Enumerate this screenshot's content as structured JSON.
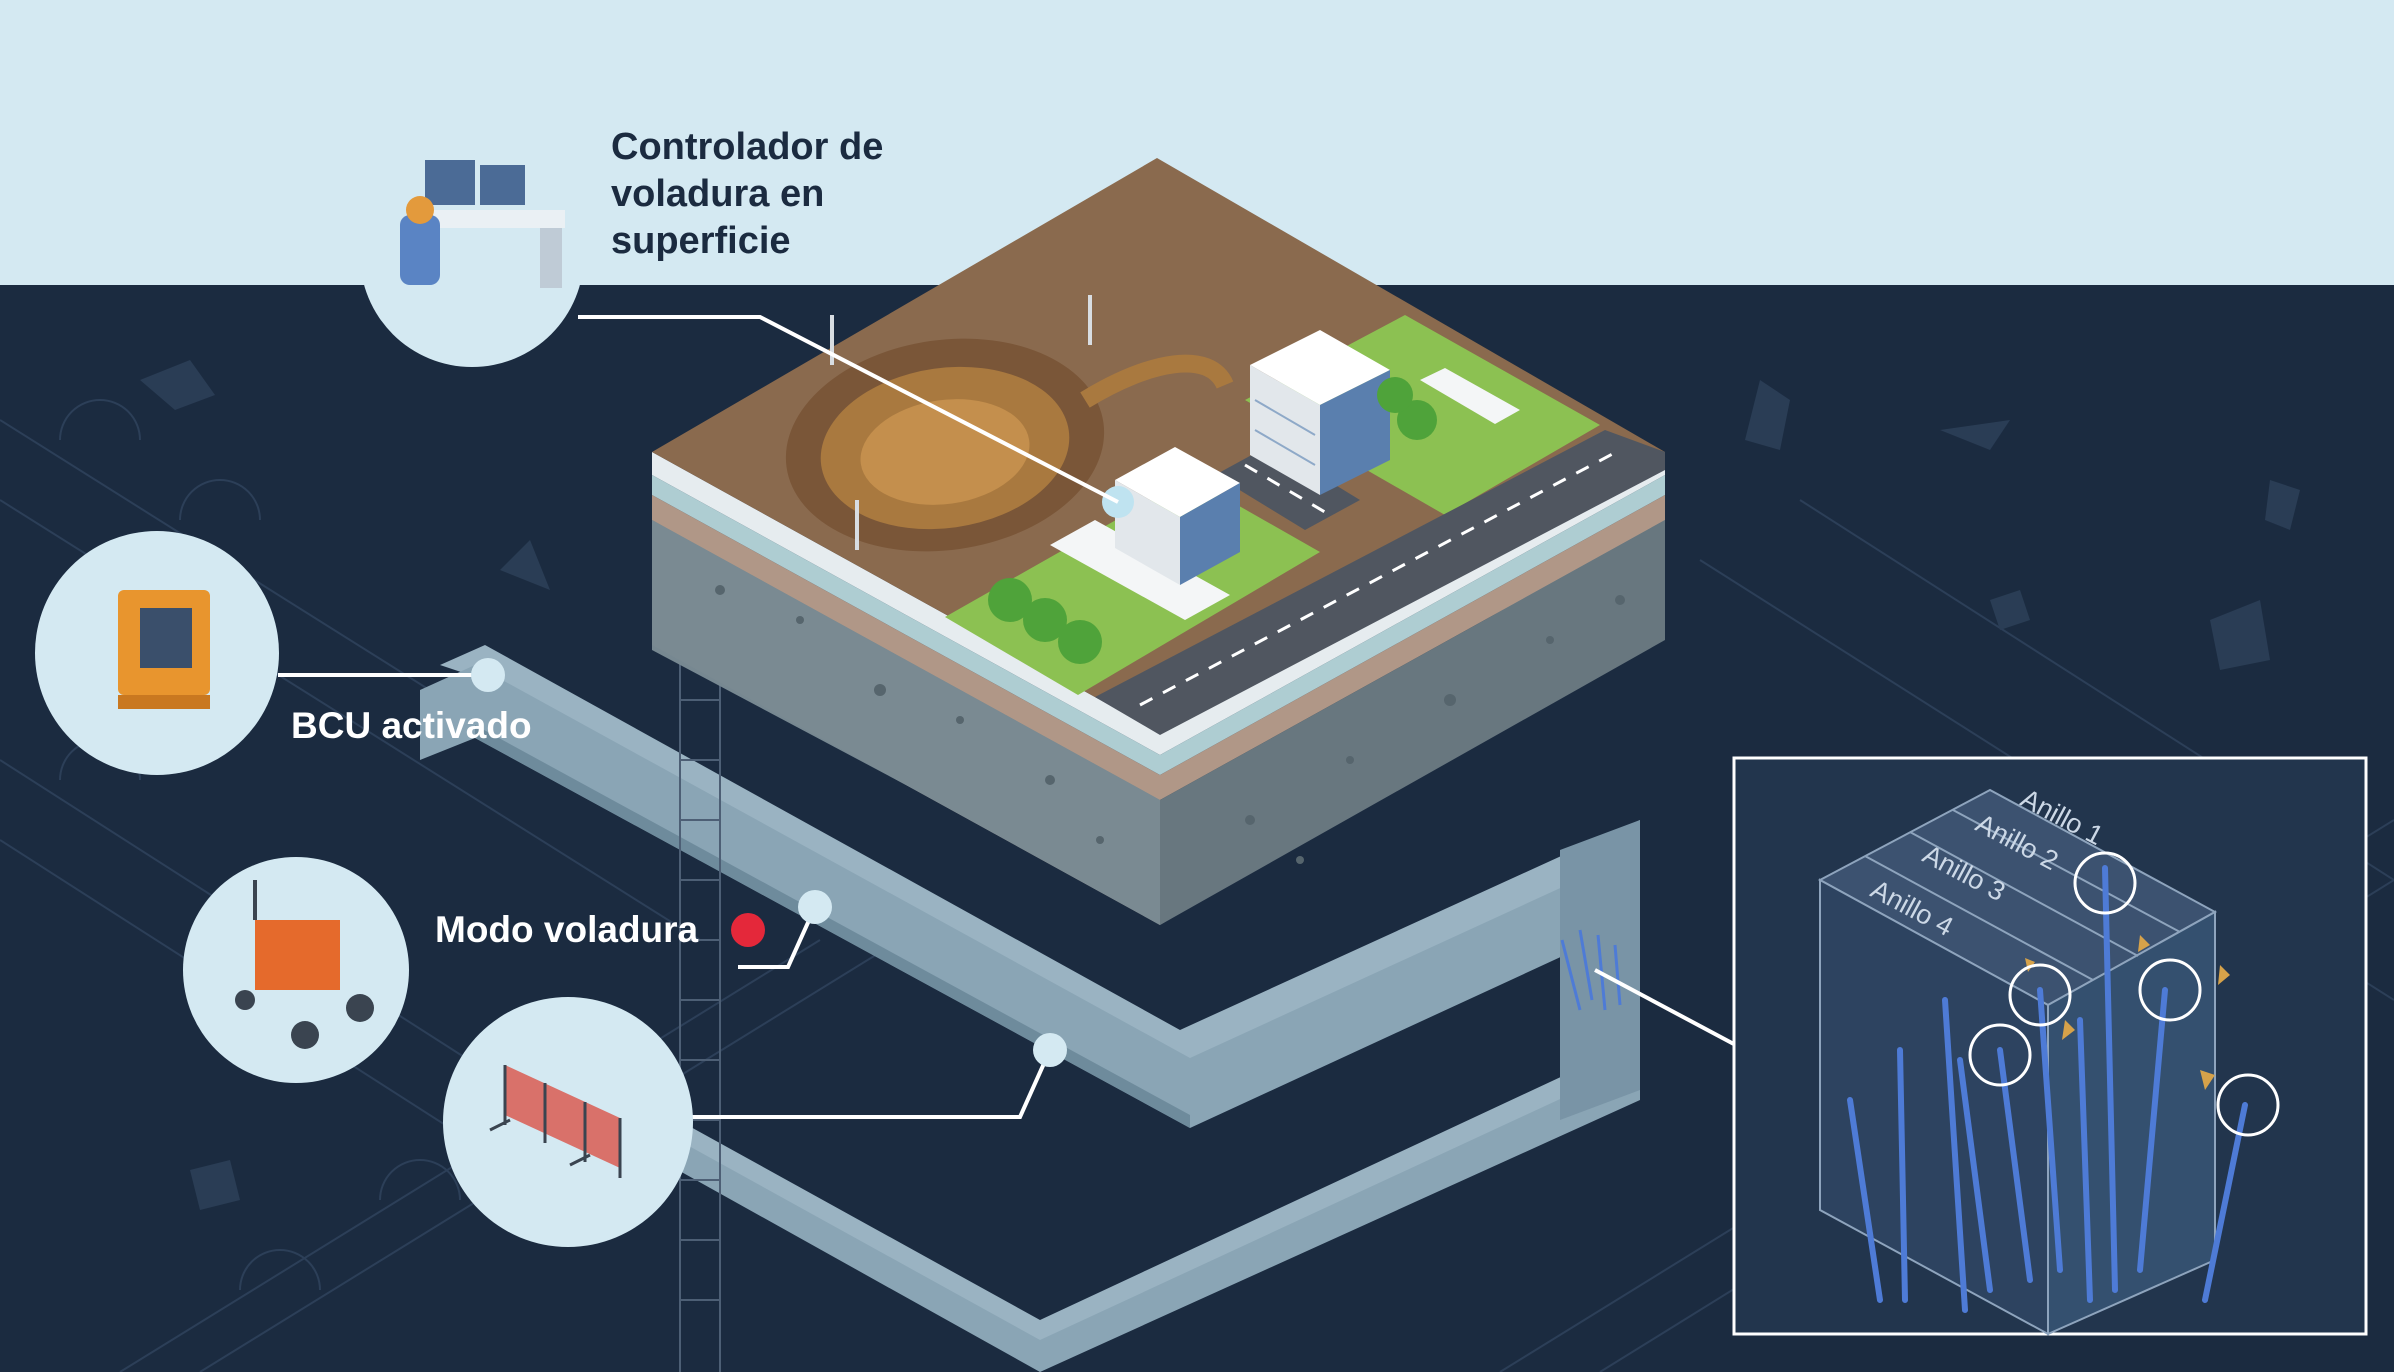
{
  "labels": {
    "surface_controller": "Controlador de voladura en superficie",
    "bcu": "BCU activado",
    "blast_mode": "Modo voladura"
  },
  "rings": [
    "Anillo 1",
    "Anillo 2",
    "Anillo 3",
    "Anillo 4"
  ],
  "colors": {
    "sky": "#d4e9f2",
    "underground": "#1b2b40",
    "tunnel": "#8ba6b6",
    "ground": "#8a6a4e",
    "grass": "#8cc152",
    "road": "#505660",
    "blast_dot": "#e4283a",
    "leader_line": "#ffffff",
    "icon_circle": "#d4e9f2"
  },
  "icons": [
    "control-room-icon",
    "bcu-device-icon",
    "blasting-cart-icon",
    "barrier-fence-icon"
  ]
}
